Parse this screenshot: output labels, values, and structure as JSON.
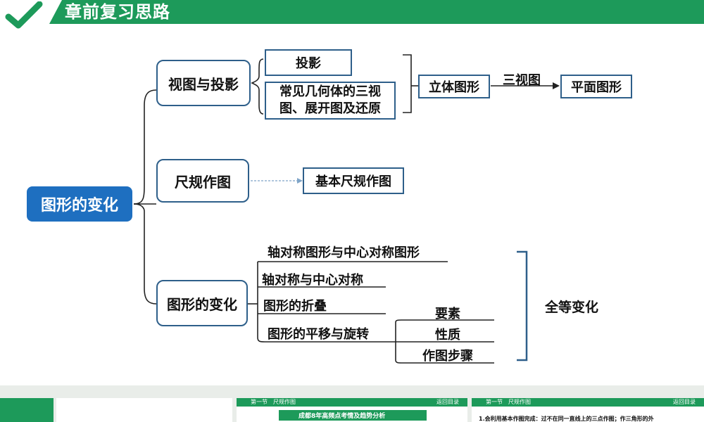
{
  "header": {
    "title": "章前复习思路"
  },
  "root": {
    "label": "图形的变化"
  },
  "branches": {
    "view": {
      "label": "视图与投影",
      "items": [
        "投影",
        "常见几何体的三视图、展开图及还原"
      ],
      "item2_line1": "常见几何体的三视",
      "item2_line2": "图、展开图及还原",
      "solid": "立体图形",
      "arrow_label": "三视图",
      "plane": "平面图形"
    },
    "ruler": {
      "label": "尺规作图",
      "target": "基本尺规作图"
    },
    "transform": {
      "label": "图形的变化",
      "items": [
        "轴对称图形与中心对称图形",
        "轴对称与中心对称",
        "图形的折叠",
        "图形的平移与旋转"
      ],
      "sub_items": [
        "要素",
        "性质",
        "作图步骤"
      ],
      "summary": "全等变化"
    }
  },
  "thumbnails": [
    {
      "section": "第一节　尺规作图",
      "back": "返回目录",
      "body": "成都8年高频点考情及趋势分析"
    },
    {
      "section": "第一节　尺规作图",
      "back": "返回目录",
      "body": "1.会利用基本作图完成：过不在同一直线上的三点作图；作三角形的外"
    }
  ]
}
